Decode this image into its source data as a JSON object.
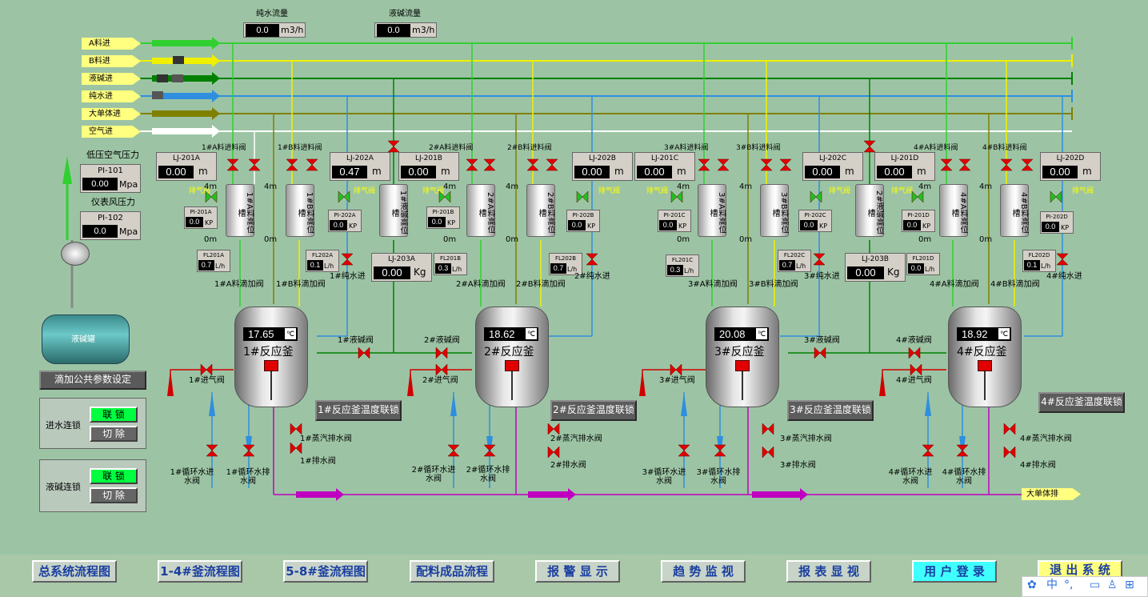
{
  "colors": {
    "background": "#9cc4a4",
    "feed_a": "#30d030",
    "feed_b": "#f0f000",
    "caustic": "#008000",
    "water": "#2f8fdf",
    "monomer": "#808000",
    "air": "#ffffff",
    "steam": "#c000c0",
    "valve": "#e00000"
  },
  "flow": {
    "water": {
      "label": "纯水流量",
      "value": "0.0",
      "unit": "m3/h"
    },
    "caustic": {
      "label": "液碱流量",
      "value": "0.0",
      "unit": "m3/h"
    }
  },
  "inlets": [
    "A料进",
    "B料进",
    "液碱进",
    "纯水进",
    "大单体进",
    "空气进"
  ],
  "pressure": {
    "low_label": "低压空气压力",
    "pi101": {
      "tag": "PI-101",
      "value": "0.00",
      "unit": "Mpa"
    },
    "inst_label": "仪表风压力",
    "pi102": {
      "tag": "PI-102",
      "value": "0.0",
      "unit": "Mpa"
    }
  },
  "caustic_tank": "液碱罐",
  "params_button": "滴加公共参数设定",
  "water_interlock": {
    "label": "进水连锁",
    "on": "联 锁",
    "off": "切 除"
  },
  "caustic_interlock": {
    "label": "液碱连锁",
    "on": "联 锁",
    "off": "切 除"
  },
  "weights": [
    {
      "tag": "LJ-201A",
      "value": "0.00",
      "unit": "m"
    },
    {
      "tag": "LJ-202A",
      "value": "0.47",
      "unit": "m"
    },
    {
      "tag": "LJ-201B",
      "value": "0.00",
      "unit": "m"
    },
    {
      "tag": "LJ-202B",
      "value": "0.00",
      "unit": "m"
    },
    {
      "tag": "LJ-201C",
      "value": "0.00",
      "unit": "m"
    },
    {
      "tag": "LJ-202C",
      "value": "0.00",
      "unit": "m"
    },
    {
      "tag": "LJ-201D",
      "value": "0.00",
      "unit": "m"
    },
    {
      "tag": "LJ-202D",
      "value": "0.00",
      "unit": "m"
    },
    {
      "tag": "LJ-203A",
      "value": "0.00",
      "unit": "Kg"
    },
    {
      "tag": "LJ-203B",
      "value": "0.00",
      "unit": "Kg"
    }
  ],
  "tanks": [
    "1#A料高位槽",
    "1#B料高位槽",
    "1#液碱高位槽",
    "2#A料高位槽",
    "2#B料高位槽",
    "3#A料高位槽",
    "3#B料高位槽",
    "2#液碱高位槽",
    "4#A料高位槽",
    "4#B料高位槽"
  ],
  "tank_feed_labels": [
    "1#A料进料阀",
    "1#B料进料阀",
    "2#A料进料阀",
    "2#B料进料阀",
    "3#A料进料阀",
    "3#B料进料阀",
    "4#A料进料阀",
    "4#B料进料阀"
  ],
  "vent": "排气阀",
  "pressures_kp": [
    {
      "tag": "PI-201A",
      "value": "0.0",
      "unit": "KP"
    },
    {
      "tag": "PI-202A",
      "value": "0.0",
      "unit": "KP"
    },
    {
      "tag": "PI-201B",
      "value": "0.0",
      "unit": "KP"
    },
    {
      "tag": "PI-202B",
      "value": "0.0",
      "unit": "KP"
    },
    {
      "tag": "PI-201C",
      "value": "0.0",
      "unit": "KP"
    },
    {
      "tag": "PI-202C",
      "value": "0.0",
      "unit": "KP"
    },
    {
      "tag": "PI-201D",
      "value": "0.0",
      "unit": "KP"
    },
    {
      "tag": "PI-202D",
      "value": "0.0",
      "unit": "KP"
    }
  ],
  "flows_lh": [
    {
      "tag": "FL201A",
      "value": "0.7",
      "unit": "L/h"
    },
    {
      "tag": "FL202A",
      "value": "0.1",
      "unit": "L/h"
    },
    {
      "tag": "FL201B",
      "value": "0.3",
      "unit": "L/h"
    },
    {
      "tag": "FL202B",
      "value": "0.7",
      "unit": "L/h"
    },
    {
      "tag": "FL201C",
      "value": "0.3",
      "unit": "L/h"
    },
    {
      "tag": "FL202C",
      "value": "0.7",
      "unit": "L/h"
    },
    {
      "tag": "FL201D",
      "value": "0.0",
      "unit": "L/h"
    },
    {
      "tag": "FL202D",
      "value": "0.1",
      "unit": "L/h"
    }
  ],
  "reactors": [
    {
      "name": "1#反应釜",
      "temp": "17.65",
      "unit": "℃",
      "interlock": "1#反应釜温度联锁",
      "a_drip": "1#A料滴加阀",
      "b_drip": "1#B料滴加阀",
      "water_in": "1#纯水进",
      "caustic": "1#液碱阀",
      "gas": "1#进气阀",
      "steam": "1#蒸汽排水阀",
      "drain": "1#排水阀",
      "cin": "1#循环水进水阀",
      "cout": "1#循环水排水阀"
    },
    {
      "name": "2#反应釜",
      "temp": "18.62",
      "unit": "℃",
      "interlock": "2#反应釜温度联锁",
      "a_drip": "2#A料滴加阀",
      "b_drip": "2#B料滴加阀",
      "water_in": "2#纯水进",
      "caustic": "2#液碱阀",
      "gas": "2#进气阀",
      "steam": "2#蒸汽排水阀",
      "drain": "2#排水阀",
      "cin": "2#循环水进水阀",
      "cout": "2#循环水排水阀"
    },
    {
      "name": "3#反应釜",
      "temp": "20.08",
      "unit": "℃",
      "interlock": "3#反应釜温度联锁",
      "a_drip": "3#A料滴加阀",
      "b_drip": "3#B料滴加阀",
      "water_in": "3#纯水进",
      "caustic": "3#液碱阀",
      "gas": "3#进气阀",
      "steam": "3#蒸汽排水阀",
      "drain": "3#排水阀",
      "cin": "3#循环水进水阀",
      "cout": "3#循环水排水阀"
    },
    {
      "name": "4#反应釜",
      "temp": "18.92",
      "unit": "℃",
      "interlock": "4#反应釜温度联锁",
      "a_drip": "4#A料滴加阀",
      "b_drip": "4#B料滴加阀",
      "water_in": "4#纯水进",
      "caustic": "4#液碱阀",
      "gas": "4#进气阀",
      "steam": "4#蒸汽排水阀",
      "drain": "4#排水阀",
      "cin": "4#循环水进水阀",
      "cout": "4#循环水排水阀"
    }
  ],
  "outlet": "大单体排",
  "level_marks": {
    "top": "4m",
    "bottom": "0m"
  },
  "nav": [
    "总系统流程图",
    "1-4#釜流程图",
    "5-8#釜流程图",
    "配料成品流程",
    "报 警 显 示",
    "趋 势 监 视",
    "报 表 显 视",
    "用 户 登 录",
    "退 出 系 统"
  ],
  "ime": [
    "中",
    "°,"
  ]
}
